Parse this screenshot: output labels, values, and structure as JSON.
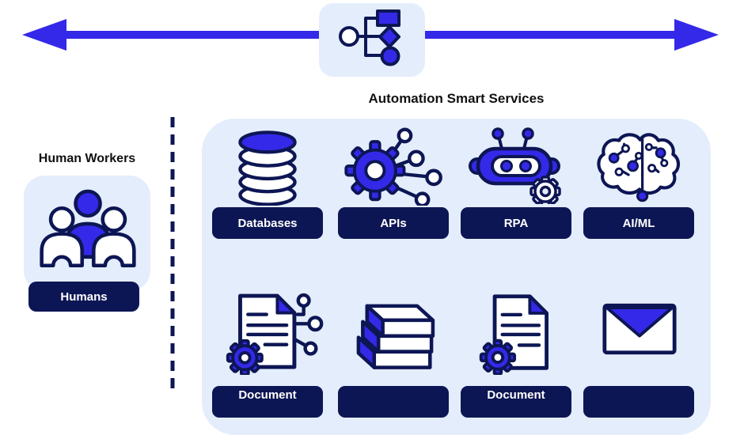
{
  "colors": {
    "accent_blue": "#3429e8",
    "navy": "#0d1654",
    "panel_blue": "#e4edfb",
    "text_dark": "#111111"
  },
  "top_connector": {
    "icon": "flowchart-icon",
    "arrow": "bidirectional-arrow"
  },
  "human_workers": {
    "title": "Human Workers",
    "card_label": "Humans",
    "icon": "people-group-icon"
  },
  "services": {
    "title": "Automation Smart Services",
    "items": [
      {
        "label": "Databases",
        "icon": "database-stack-icon"
      },
      {
        "label": "APIs",
        "icon": "gear-network-icon"
      },
      {
        "label": "RPA",
        "icon": "robot-icon"
      },
      {
        "label": "AI/ML",
        "icon": "brain-circuit-icon"
      },
      {
        "label": "Document",
        "icon": "document-extraction-icon"
      },
      {
        "label": "",
        "icon": "books-stack-icon"
      },
      {
        "label": "Document",
        "icon": "document-gear-icon"
      },
      {
        "label": "",
        "icon": "envelope-icon"
      }
    ]
  }
}
